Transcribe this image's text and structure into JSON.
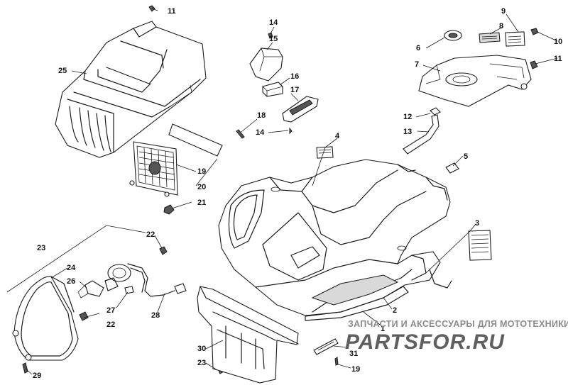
{
  "diagram": {
    "callouts": [
      {
        "id": "c1",
        "label": "1"
      },
      {
        "id": "c2",
        "label": "2"
      },
      {
        "id": "c3",
        "label": "3"
      },
      {
        "id": "c4",
        "label": "4"
      },
      {
        "id": "c5",
        "label": "5"
      },
      {
        "id": "c6",
        "label": "6"
      },
      {
        "id": "c7",
        "label": "7"
      },
      {
        "id": "c8",
        "label": "8"
      },
      {
        "id": "c9",
        "label": "9"
      },
      {
        "id": "c10",
        "label": "10"
      },
      {
        "id": "c11a",
        "label": "11"
      },
      {
        "id": "c11b",
        "label": "11"
      },
      {
        "id": "c12",
        "label": "12"
      },
      {
        "id": "c13",
        "label": "13"
      },
      {
        "id": "c14a",
        "label": "14"
      },
      {
        "id": "c14b",
        "label": "14"
      },
      {
        "id": "c15",
        "label": "15"
      },
      {
        "id": "c16",
        "label": "16"
      },
      {
        "id": "c17",
        "label": "17"
      },
      {
        "id": "c18",
        "label": "18"
      },
      {
        "id": "c19a",
        "label": "19"
      },
      {
        "id": "c19b",
        "label": "19"
      },
      {
        "id": "c20",
        "label": "20"
      },
      {
        "id": "c21",
        "label": "21"
      },
      {
        "id": "c22a",
        "label": "22"
      },
      {
        "id": "c22b",
        "label": "22"
      },
      {
        "id": "c23a",
        "label": "23"
      },
      {
        "id": "c23b",
        "label": "23"
      },
      {
        "id": "c24",
        "label": "24"
      },
      {
        "id": "c25",
        "label": "25"
      },
      {
        "id": "c26",
        "label": "26"
      },
      {
        "id": "c27",
        "label": "27"
      },
      {
        "id": "c28",
        "label": "28"
      },
      {
        "id": "c29",
        "label": "29"
      },
      {
        "id": "c30",
        "label": "30"
      },
      {
        "id": "c31",
        "label": "31"
      }
    ]
  },
  "watermark": {
    "tagline": "ЗАПЧАСТИ И АКСЕССУАРЫ ДЛЯ МОТОТЕХНИКИ",
    "brand": "PARTSFOR.RU"
  }
}
